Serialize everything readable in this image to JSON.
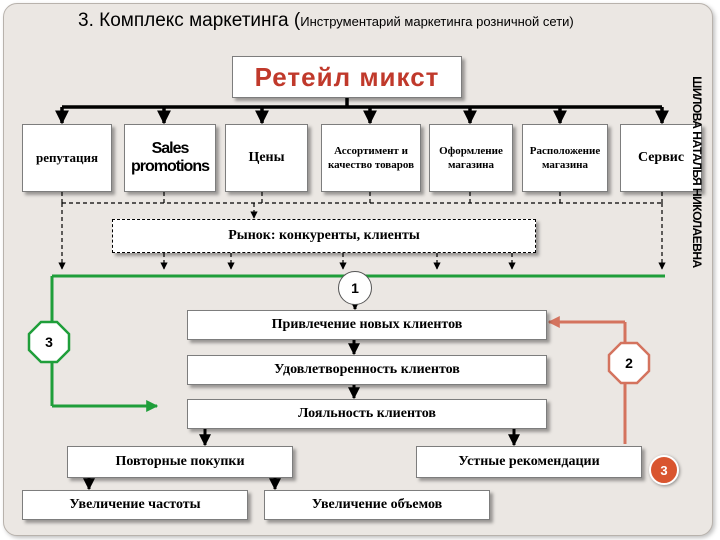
{
  "title": {
    "main": "3. Комплекс маркетинга (",
    "sub": "Инструментарий  маркетинга розничной сети)"
  },
  "author": "ШИЛОВА НАТАЛЬЯ НИКОЛАЕВНА",
  "retail_mix": "Ретейл микст",
  "categories": [
    "репутация",
    "Sales promotions",
    "Цены",
    "Ассортимент и качество товаров",
    "Оформление магазина",
    "Расположение магазина",
    "Сервис"
  ],
  "market": "Рынок: конкуренты, клиенты",
  "flow": {
    "attraction": "Привлечение новых клиентов",
    "satisfaction": "Удовлетворенность клиентов",
    "loyalty": "Лояльность клиентов",
    "repeat_purchases": "Повторные покупки",
    "word_of_mouth": "Устные рекомендации",
    "frequency_increase": "Увеличение частоты",
    "volume_increase": "Увеличение объемов"
  },
  "markers": {
    "one": "1",
    "two": "2",
    "three": "3"
  },
  "slide_number": "3",
  "colors": {
    "accent_red": "#c0392b",
    "loop_green": "#1f9e3a",
    "loop_red": "#d4735e",
    "badge": "#d9552f"
  }
}
